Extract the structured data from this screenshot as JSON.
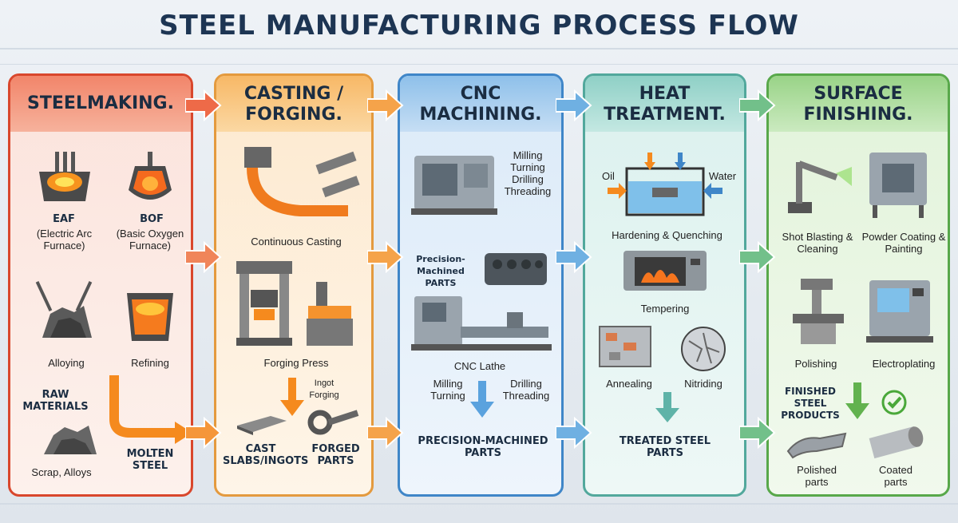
{
  "title": "STEEL MANUFACTURING PROCESS FLOW",
  "colors": {
    "red": "#e2553a",
    "orange": "#f0a24a",
    "blue": "#4a90cc",
    "teal": "#5fb3a8",
    "green": "#62b24f"
  },
  "stages": [
    {
      "header": "STEELMAKING.",
      "labels": {
        "eaf": "EAF",
        "eaf_sub": "(Electric Arc Furnace)",
        "bof": "BOF",
        "bof_sub": "(Basic Oxygen Furnace)",
        "alloying": "Alloying",
        "refining": "Refining",
        "raw": "RAW MATERIALS",
        "scrap": "Scrap, Alloys",
        "molten": "MOLTEN STEEL"
      }
    },
    {
      "header": "CASTING / FORGING.",
      "labels": {
        "continuous": "Continuous Casting",
        "press": "Forging Press",
        "ingot": "Ingot Forging",
        "cast": "CAST SLABS/INGOTS",
        "forged": "FORGED PARTS"
      }
    },
    {
      "header": "CNC MACHINING.",
      "labels": {
        "ops1": "Milling\nTurning\nDrilling\nThreading",
        "precision1": "Precision-Machined PARTS",
        "lathe": "CNC Lathe",
        "milling": "Milling\nTurning",
        "drilling": "Drilling\nThreading",
        "precision2": "PRECISION-MACHINED PARTS"
      }
    },
    {
      "header": "HEAT TREATMENT.",
      "labels": {
        "oil": "Oil",
        "water": "Water",
        "hardening": "Hardening & Quenching",
        "tempering": "Tempering",
        "annealing": "Annealing",
        "nitriding": "Nitriding",
        "treated": "TREATED STEEL PARTS"
      }
    },
    {
      "header": "SURFACE FINISHING.",
      "labels": {
        "shot": "Shot Blasting & Cleaning",
        "powder": "Powder Coating & Painting",
        "polishing": "Polishing",
        "electro": "Electroplating",
        "finished": "FINISHED STEEL PRODUCTS",
        "polished": "Polished parts",
        "coated": "Coated parts"
      }
    }
  ]
}
